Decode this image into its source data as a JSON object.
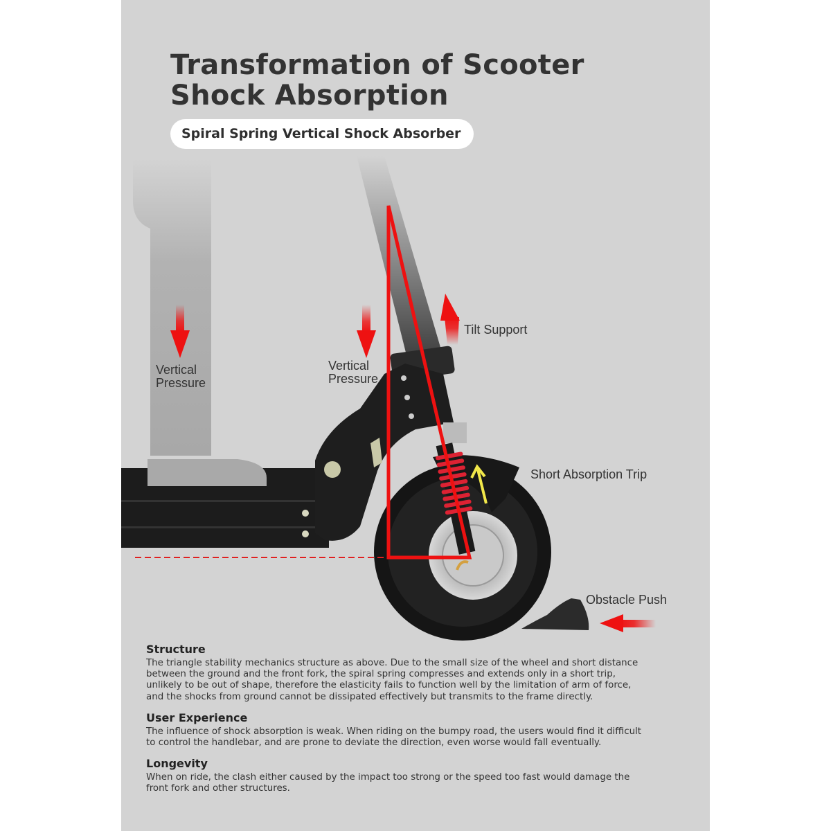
{
  "header": {
    "title_line1": "Transformation of Scooter",
    "title_line2": "Shock Absorption",
    "subtitle": "Spiral Spring Vertical Shock Absorber"
  },
  "diagram": {
    "labels": {
      "vertical_pressure_left_line1": "Vertical",
      "vertical_pressure_left_line2": "Pressure",
      "vertical_pressure_center_line1": "Vertical",
      "vertical_pressure_center_line2": "Pressure",
      "tilt_support": "Tilt Support",
      "short_absorption_trip": "Short Absorption Trip",
      "obstacle_push": "Obstacle Push"
    },
    "icons": {
      "down_arrow_left": "arrow-down",
      "down_arrow_center": "arrow-down",
      "up_arrow_tilt": "arrow-up",
      "up_arrow_spring": "arrow-up",
      "left_arrow_obstacle": "arrow-left"
    },
    "colors": {
      "background": "#d3d3d3",
      "accent_red": "#ee1111",
      "spring_red": "#dd2233",
      "spring_arrow_yellow": "#f2e84a",
      "scooter_black": "#1c1c1c",
      "post_grey": "#a9a9a9"
    }
  },
  "sections": [
    {
      "heading": "Structure",
      "lines": [
        "The triangle stability mechanics structure as above. Due to the small size of the wheel and short distance",
        "between the ground and the front fork, the spiral spring compresses and extends only in a short trip,",
        "unlikely to be out of shape, therefore the elasticity fails to function well by the limitation of arm of force,",
        "and the shocks from ground cannot be dissipated effectively but transmits to the frame directly."
      ]
    },
    {
      "heading": "User Experience",
      "lines": [
        "The influence of shock absorption is weak. When riding on the bumpy road, the users would find it difficult",
        "to control the handlebar, and are prone to deviate the direction, even worse would fall eventually."
      ]
    },
    {
      "heading": "Longevity",
      "lines": [
        "When on ride, the clash either caused by the impact too strong or the speed too fast would damage the",
        "front fork and other structures."
      ]
    }
  ]
}
